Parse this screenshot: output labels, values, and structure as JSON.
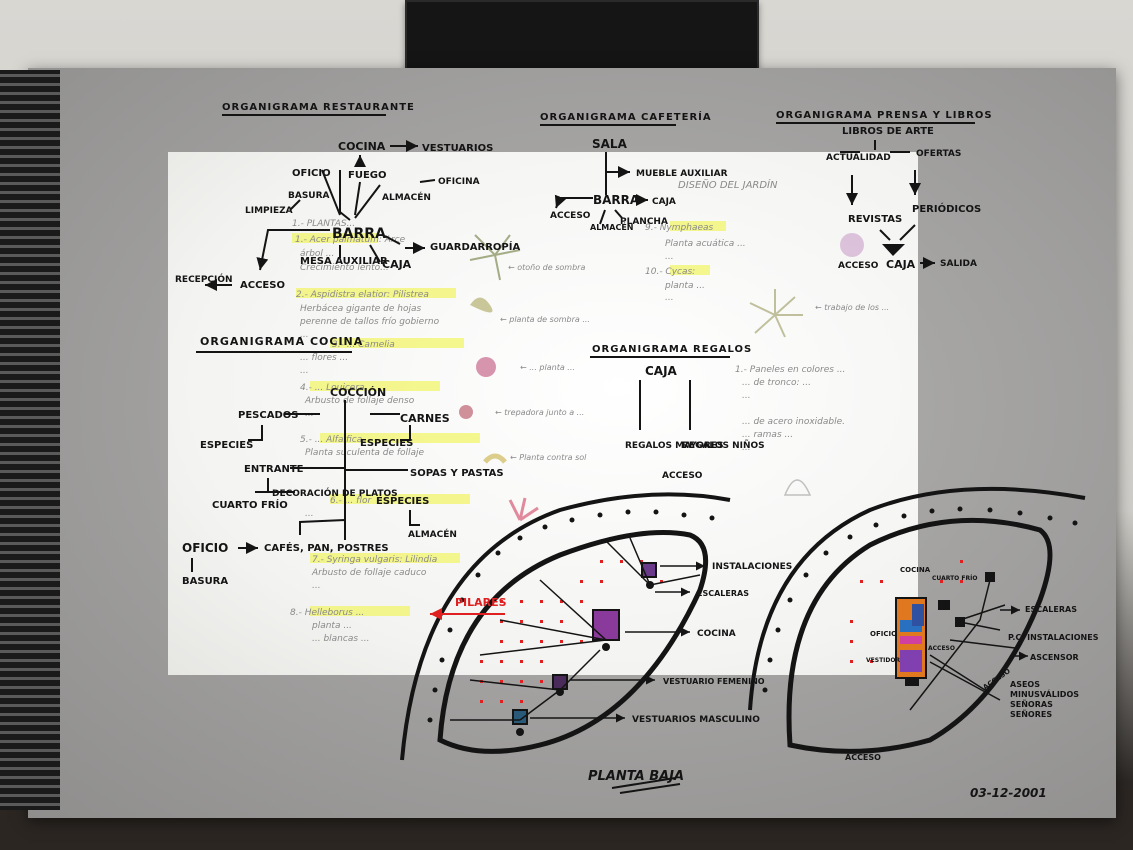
{
  "titles": {
    "restaurante": "ORGANIGRAMA RESTAURANTE",
    "cafeteria": "ORGANIGRAMA CAFETERÍA",
    "prensa": "ORGANIGRAMA PRENSA Y LIBROS",
    "cocina": "ORGANIGRAMA COCINA",
    "regalos": "ORGANIGRAMA REGALOS",
    "planta": "PLANTA BAJA",
    "date": "03-12-2001"
  },
  "restaurante": {
    "cocina": "COCINA",
    "vestuarios": "VESTUARIOS",
    "oficio": "OFICIO",
    "fuego": "FUEGO",
    "basura": "BASURA",
    "limpieza": "LIMPIEZA",
    "almacen": "ALMACÉN",
    "oficina": "OFICINA",
    "barra": "BARRA",
    "guardarropia": "GUARDARROPÍA",
    "mesa_auxiliar": "MESA AUXILIAR",
    "caja": "CAJA",
    "recepcion": "RECEPCIÓN",
    "acceso": "ACCESO"
  },
  "cafeteria": {
    "sala": "SALA",
    "mueble": "MUEBLE AUXILIAR",
    "barra": "BARRA",
    "caja": "CAJA",
    "acceso": "ACCESO",
    "plancha": "PLANCHA",
    "almacen": "ALMACÉN"
  },
  "prensa": {
    "libros_arte": "LIBROS DE ARTE",
    "actualidad": "ACTUALIDAD",
    "ofertas": "OFERTAS",
    "revistas": "REVISTAS",
    "periodicos": "PERIÓDICOS",
    "acceso": "ACCESO",
    "caja": "CAJA",
    "salida": "SALIDA"
  },
  "cocina": {
    "coccion": "COCCIÓN",
    "pescados": "PESCADOS",
    "carnes": "CARNES",
    "especies": "ESPECIES",
    "especies2": "ESPECIES",
    "entrante": "ENTRANTE",
    "sopas": "SOPAS Y PASTAS",
    "cuarto_frio": "CUARTO FRÍO",
    "decoracion": "DECORACIÓN DE PLATOS",
    "especies3": "ESPECIES",
    "almacen": "ALMACÉN",
    "oficio": "OFICIO",
    "cafes": "CAFÉS, PAN, POSTRES",
    "basura": "BASURA"
  },
  "regalos": {
    "caja": "CAJA",
    "regalos_mayores": "REGALOS MAYORES",
    "regalos_ninos": "REGALOS NIÑOS",
    "acceso": "ACCESO"
  },
  "plan": {
    "pilares": "PILARES",
    "instalaciones": "INSTALACIONES",
    "escaleras": "ESCALERAS",
    "cocina": "COCINA",
    "vest_fem": "VESTUARIO FEMENINO",
    "vest_masc": "VESTUARIOS MASCULINO",
    "cocina2": "COCINA",
    "cuarto": "CUARTO FRÍO",
    "oficio": "OFICIO",
    "vestidor": "VESTIDOR",
    "acceso_small": "ACCESO",
    "escaleras2": "ESCALERAS",
    "pc_inst": "P.C. INSTALACIONES",
    "ascensor": "ASCENSOR",
    "acceso2": "ACCESO",
    "aseos": "ASEOS MINUSVÁLIDOS SEÑORAS SEÑORES",
    "acceso3": "ACCESO"
  },
  "garden": {
    "heading": "DISEÑO DEL JARDÍN",
    "plantas": "1.- PLANTAS...",
    "notes": [
      "1.- Acer palmatum: Arce",
      "árbol ...",
      "Crecimiento lento...",
      "2.- Aspidistra elatior: Pilistrea",
      "Herbácea gigante de hojas",
      "perenne de tallos frío gobierno",
      "...",
      "3.- ... Camelia",
      "... flores ...",
      "...",
      "4.- ... Louicera",
      "Arbusto de follaje denso",
      "...",
      "5.- ... Alfalfica",
      "Planta suculenta de follaje",
      "...",
      "6.- ... flor",
      "...",
      "7.- Syringa vulgaris: Lilindia",
      "Arbusto de follaje caduco",
      "...",
      "8.- Helleborus ...",
      "planta ...",
      "... blancas ..."
    ],
    "right_notes": [
      "9.- Nymphaeas",
      "Planta acuática ...",
      "...",
      "10.- Cycas:",
      "planta ...",
      "...",
      "1.- Paneles en colores ...",
      "... de tronco: ...",
      "...",
      "... de acero inoxidable.",
      "... ramas ...",
      "..."
    ],
    "plant_labels": [
      "← otoño de sombra",
      "← planta de sombra ...",
      "← ... planta ...",
      "← trepadora junto a ...",
      "← Planta contra sol",
      "← trabajo de los ..."
    ]
  },
  "colors": {
    "ink": "#141414",
    "highlight": "#f2f46a",
    "red": "#e02020",
    "purple": "#6a3a8a"
  }
}
